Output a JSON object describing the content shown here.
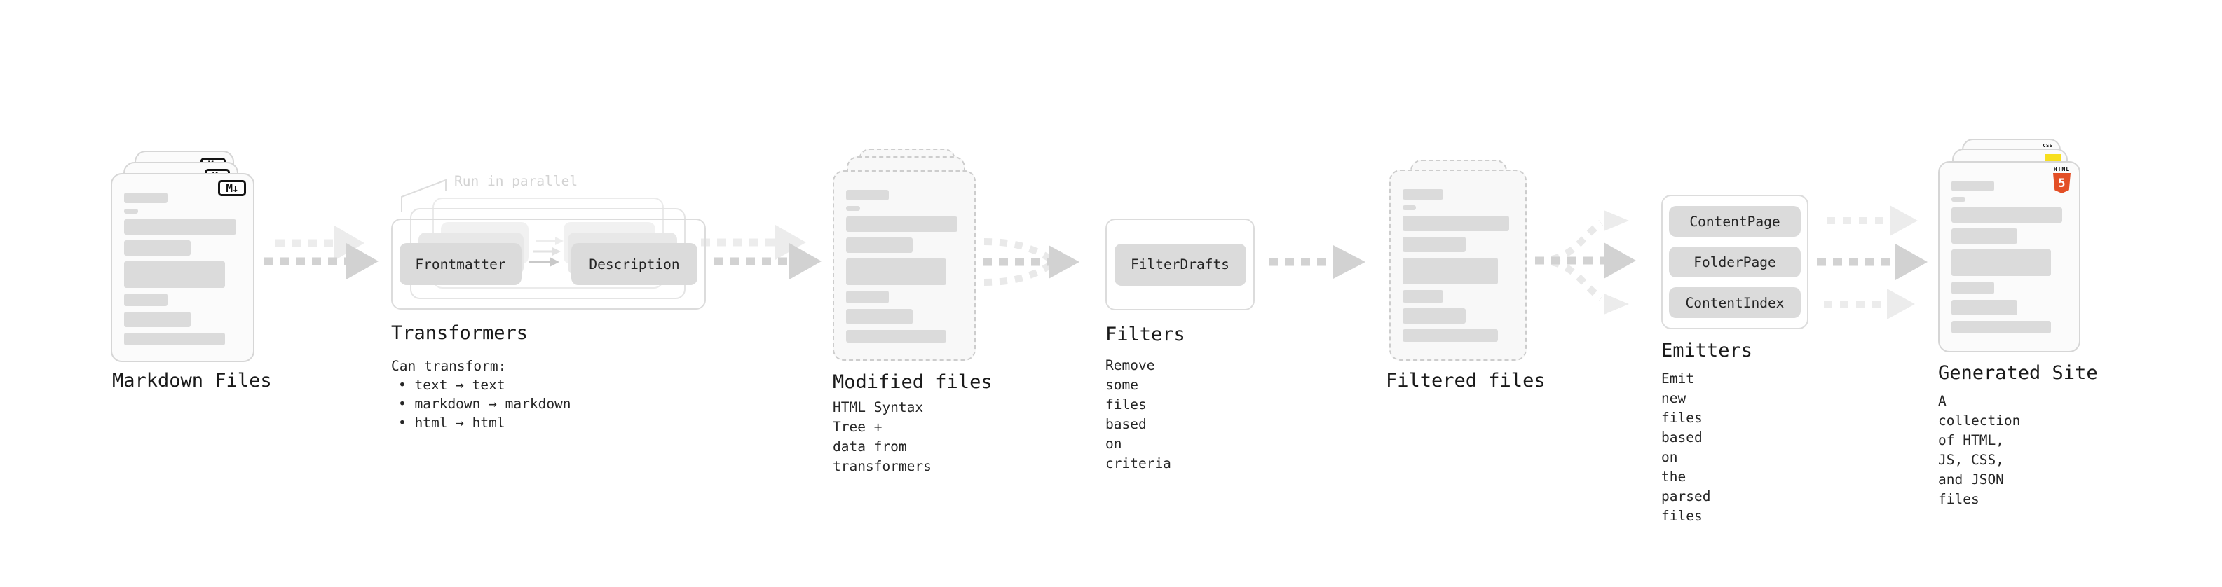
{
  "stages": {
    "markdown_files": {
      "label": "Markdown Files",
      "badge": "M↓"
    },
    "transformers": {
      "label": "Transformers",
      "callout": "Run in parallel",
      "pill_left": "Frontmatter",
      "pill_right": "Description",
      "note_title": "Can transform:",
      "bullets": [
        "• text → text",
        "• markdown → markdown",
        "• html → html"
      ]
    },
    "modified_files": {
      "label": "Modified files",
      "description": "HTML Syntax Tree +\ndata from transformers"
    },
    "filters": {
      "label": "Filters",
      "pill": "FilterDrafts",
      "description": "Remove some files based\non criteria"
    },
    "filtered_files": {
      "label": "Filtered files"
    },
    "emitters": {
      "label": "Emitters",
      "pills": [
        "ContentPage",
        "FolderPage",
        "ContentIndex"
      ],
      "description": "Emit new files based on\nthe parsed files"
    },
    "generated_site": {
      "label": "Generated Site",
      "description": "A collection of HTML,\nJS, CSS, and JSON files",
      "badges": {
        "html_label": "HTML",
        "html_number": "5",
        "css_label": "CSS"
      }
    }
  },
  "colors": {
    "arrow_main": "#d2d2d2",
    "arrow_light": "#ececec",
    "html5_orange": "#e34f26",
    "js_yellow": "#f7df1e",
    "css_blue": "#2965f1",
    "doc_fill": "#fbfbfb",
    "bar_fill": "#dbdbdb"
  }
}
